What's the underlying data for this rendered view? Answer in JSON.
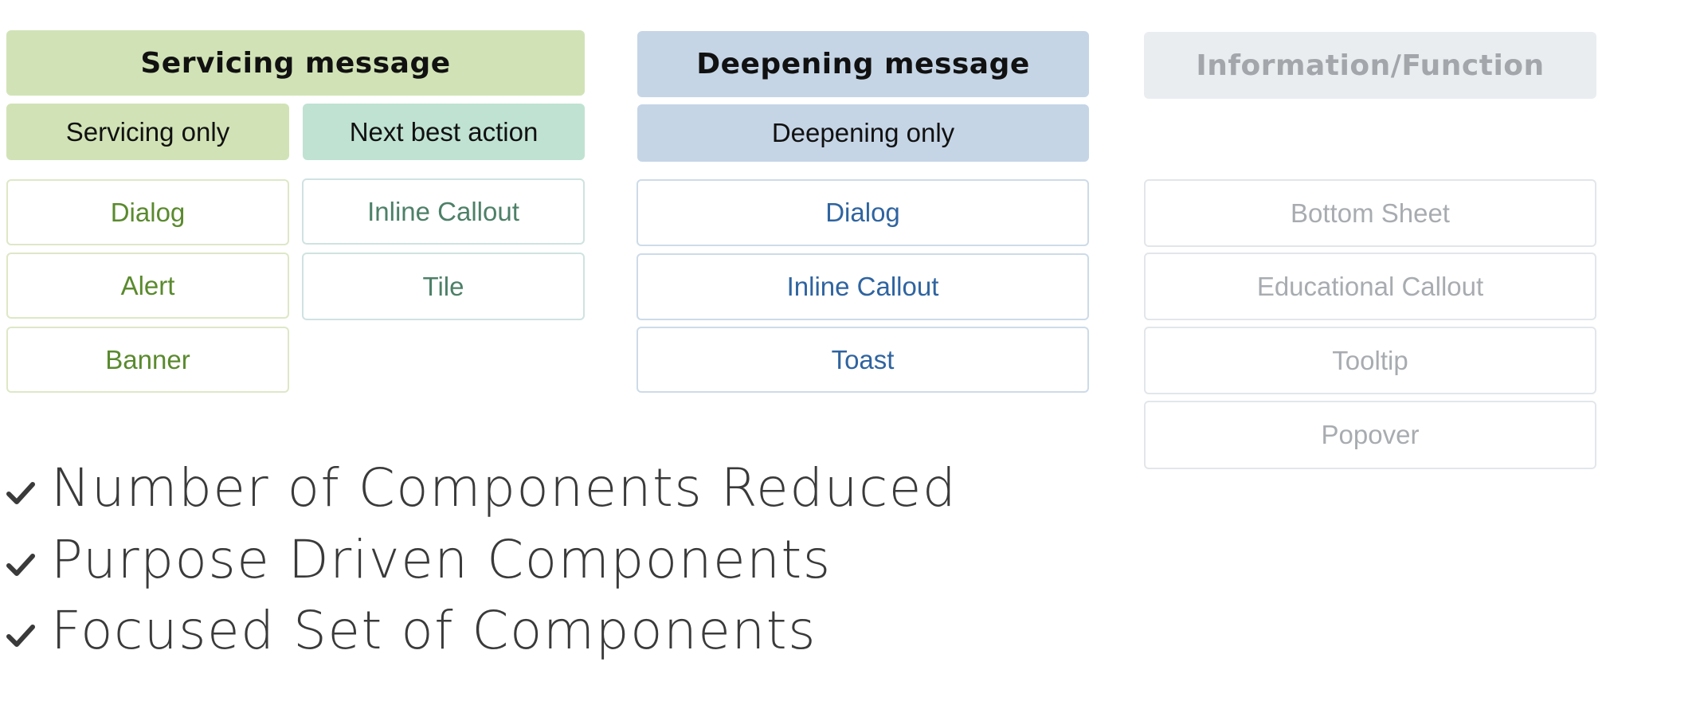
{
  "columns": {
    "servicing": {
      "header": "Servicing message",
      "sub_left": "Servicing only",
      "sub_right": "Next best action",
      "left_items": [
        "Dialog",
        "Alert",
        "Banner"
      ],
      "right_items": [
        "Inline Callout",
        "Tile"
      ]
    },
    "deepening": {
      "header": "Deepening message",
      "sub": "Deepening only",
      "items": [
        "Dialog",
        "Inline Callout",
        "Toast"
      ]
    },
    "information": {
      "header": "Information/Function",
      "items": [
        "Bottom Sheet",
        "Educational Callout",
        "Tooltip",
        "Popover"
      ]
    }
  },
  "benefits": [
    "Number of Components Reduced",
    "Purpose Driven Components",
    "Focused Set of Components"
  ],
  "colors": {
    "servicing_bg": "#d1e3b6",
    "next_best_bg": "#c0e2d2",
    "deepening_bg": "#c5d5e6",
    "information_bg": "#eaedf0",
    "servicing_text": "#5a8a2e",
    "deepening_text": "#2f64a0",
    "information_text": "#a8acb0"
  }
}
